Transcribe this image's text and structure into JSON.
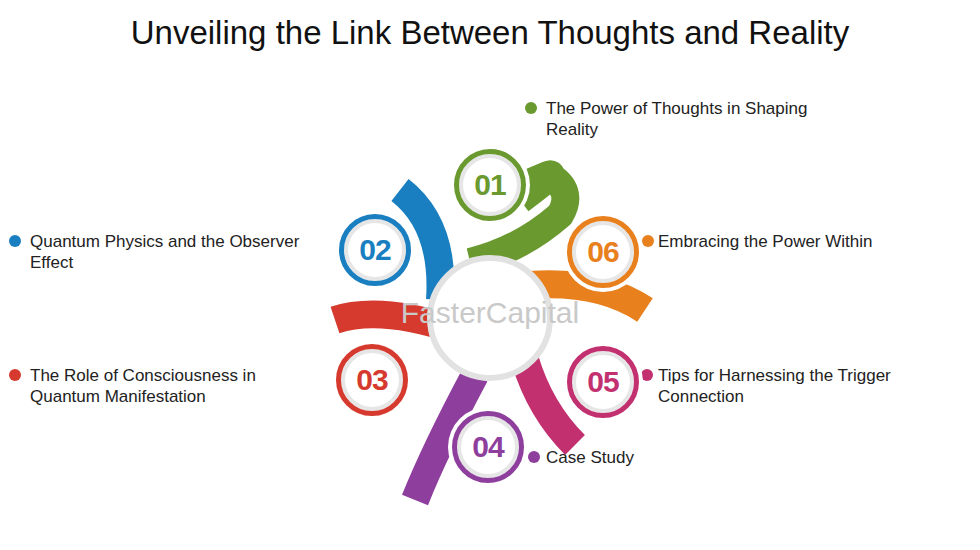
{
  "diagram": {
    "title": "Unveiling the Link Between Thoughts and Reality",
    "nodes": [
      {
        "text": [
          "01"
        ]
      },
      {
        "text": [
          "02"
        ]
      },
      {
        "text": [
          "03"
        ]
      },
      {
        "text": [
          "04"
        ]
      },
      {
        "text": [
          "05"
        ]
      },
      {
        "text": [
          "06"
        ]
      }
    ],
    "labels": [
      "The Power of Thoughts in Shaping Reality",
      "Quantum Physics and the Observer Effect",
      "The Role of Consciousness in Quantum Manifestation",
      "Case Study",
      "Tips for Harnessing the Trigger Connection",
      "Embracing the Power Within",
      "FasterCapital"
    ]
  }
}
